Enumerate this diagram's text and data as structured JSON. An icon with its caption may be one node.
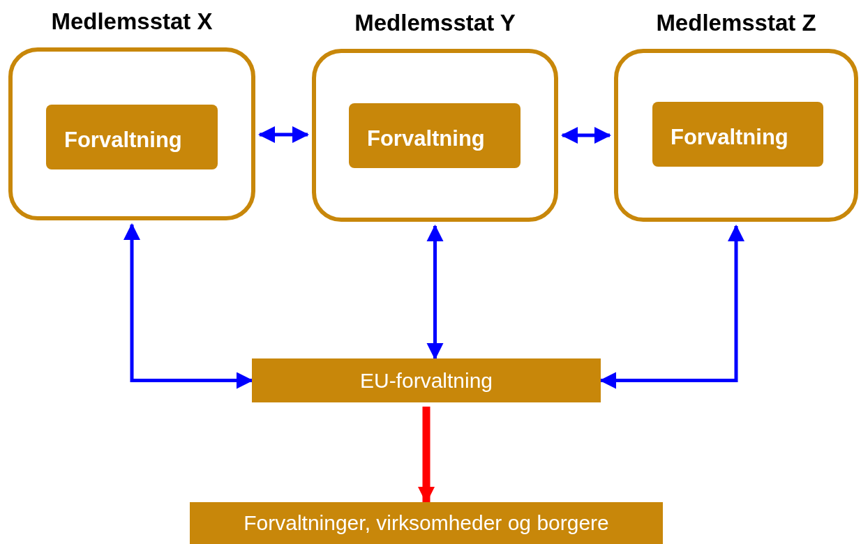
{
  "diagram": {
    "nodes": [
      {
        "text": [
          "Medlemsstat X"
        ]
      },
      {
        "text": [
          "Forvaltning"
        ],
        "in": 0
      },
      {
        "text": [
          "Medlemsstat Y"
        ]
      },
      {
        "text": [
          "Forvaltning"
        ],
        "in": 2
      },
      {
        "text": [
          "Medlemsstat Z"
        ]
      },
      {
        "text": [
          "Forvaltning"
        ],
        "in": 4
      },
      {
        "text": [
          "EU-forvaltning"
        ]
      },
      {
        "text": [
          "Forvaltninger, virksomheder og borgere"
        ]
      }
    ],
    "edges": [
      {
        "from": 0,
        "to": 2,
        "arrow": "both"
      },
      {
        "from": 2,
        "to": 4,
        "arrow": "both"
      },
      {
        "from": 0,
        "to": 6,
        "arrow": "both"
      },
      {
        "from": 2,
        "to": 6,
        "arrow": "both"
      },
      {
        "from": 4,
        "to": 6,
        "arrow": "both"
      },
      {
        "from": 6,
        "to": 7,
        "arrow": "to",
        "style": "thick",
        "color": "#ff0000"
      }
    ]
  }
}
